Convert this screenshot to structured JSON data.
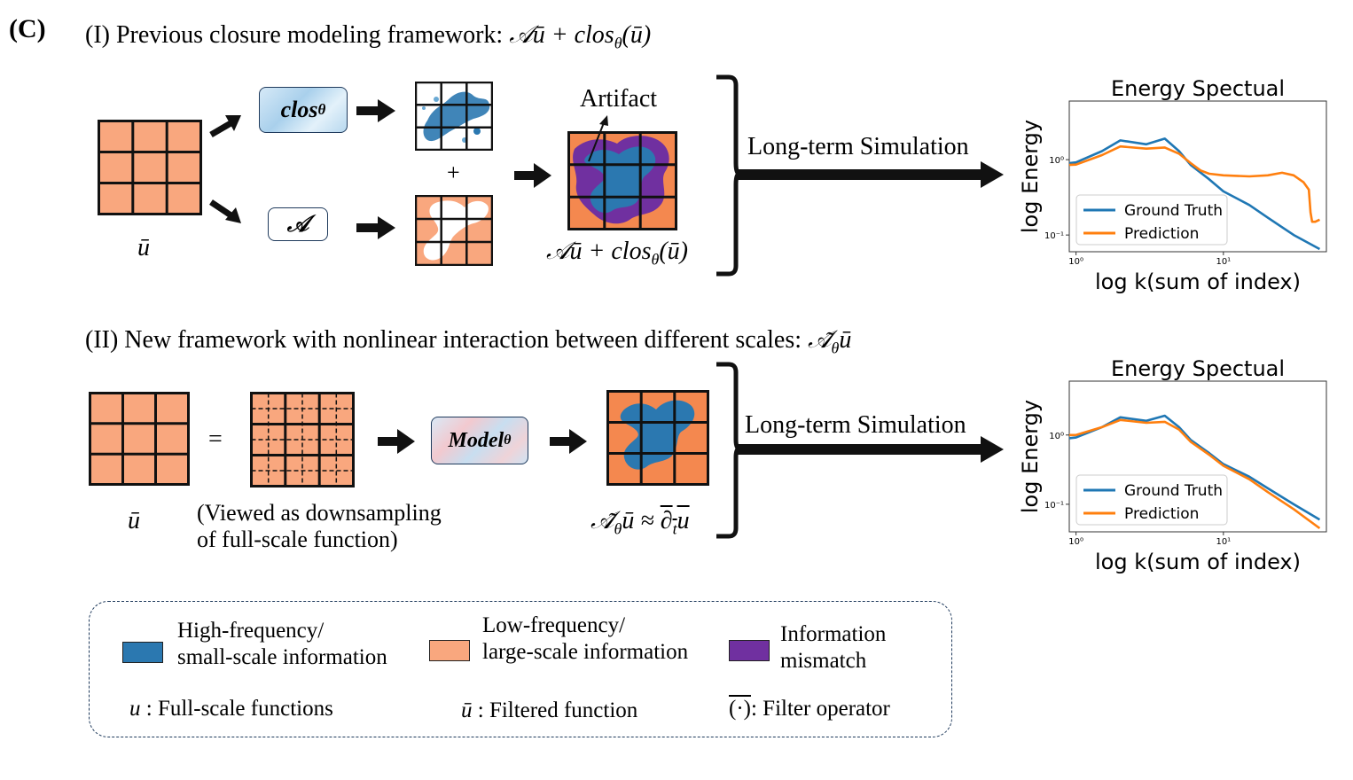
{
  "panel_label": "(C)",
  "section1": {
    "title_prefix": "(I)   Previous closure modeling framework: ",
    "title_math": "𝒜ū + clos",
    "title_sub": "θ",
    "title_tail": "(ū)",
    "input_label": "ū",
    "closure_op": "clos",
    "closure_sub": "θ",
    "linear_op": "𝒜",
    "plus": "+",
    "artifact_label": "Artifact",
    "sum_label_main": "𝒜ū + clos",
    "sum_label_sub": "θ",
    "sum_label_tail": "(ū)",
    "arrow_label": "Long-term Simulation"
  },
  "section2": {
    "title_prefix": "(II) New framework with nonlinear interaction between different scales: ",
    "title_math": "𝒜̃",
    "title_sub": "θ",
    "title_tail": "ū",
    "input_label": "ū",
    "equals": "=",
    "note_line1": "(Viewed as downsampling",
    "note_line2": "of full-scale function)",
    "model_op": "Model",
    "model_sub": "θ",
    "output_label_main": "𝒜̃",
    "output_label_sub": "θ",
    "output_label_mid": "ū ≈ ",
    "output_label_over": "∂",
    "output_label_over_sub": "t",
    "output_label_over_tail": "u",
    "arrow_label": "Long-term Simulation"
  },
  "legend": {
    "high_freq_line1": "High-frequency/",
    "high_freq_line2": "small-scale information",
    "low_freq_line1": "Low-frequency/",
    "low_freq_line2": "large-scale information",
    "mismatch_line1": "Information",
    "mismatch_line2": "mismatch",
    "full_scale_sym": "u",
    "full_scale_text": " : Full-scale functions",
    "filtered_sym": "ū",
    "filtered_text": " : Filtered function",
    "filter_op_sym": "(·)",
    "filter_op_text": ": Filter operator"
  },
  "colors": {
    "orange": "#f9a77e",
    "orange_dark": "#f4884f",
    "blue": "#2b78b0",
    "purple": "#7030a0",
    "gt_line": "#1f77b4",
    "pred_line": "#ff7f0e"
  },
  "chart_data": [
    {
      "type": "line",
      "title": "Energy Spectual",
      "xlabel": "log k(sum of index)",
      "ylabel": "log Energy",
      "x_scale": "log",
      "y_scale": "log",
      "xlim": [
        0.9,
        50
      ],
      "ylim": [
        0.06,
        6
      ],
      "xticks": [
        {
          "v": 1,
          "label": "10⁰"
        },
        {
          "v": 10,
          "label": "10¹"
        }
      ],
      "yticks": [
        {
          "v": 1,
          "label": "10⁰"
        },
        {
          "v": 0.1,
          "label": "10⁻¹"
        }
      ],
      "legend_position": "lower-left",
      "series": [
        {
          "name": "Ground Truth",
          "color": "#1f77b4",
          "x": [
            0.9,
            1,
            1.5,
            2,
            3,
            4,
            5,
            6,
            8,
            10,
            15,
            20,
            30,
            45
          ],
          "y": [
            0.9,
            0.92,
            1.3,
            1.8,
            1.6,
            1.9,
            1.3,
            0.85,
            0.55,
            0.38,
            0.25,
            0.17,
            0.1,
            0.065
          ]
        },
        {
          "name": "Prediction",
          "color": "#ff7f0e",
          "x": [
            0.9,
            1,
            1.5,
            2,
            3,
            4,
            5,
            6,
            7,
            8,
            10,
            15,
            20,
            25,
            30,
            35,
            38,
            39,
            40,
            42,
            45
          ],
          "y": [
            0.85,
            0.86,
            1.15,
            1.5,
            1.4,
            1.45,
            1.2,
            0.9,
            0.72,
            0.65,
            0.62,
            0.6,
            0.62,
            0.67,
            0.62,
            0.5,
            0.4,
            0.2,
            0.15,
            0.15,
            0.16
          ]
        }
      ]
    },
    {
      "type": "line",
      "title": "Energy Spectual",
      "xlabel": "log k(sum of index)",
      "ylabel": "log Energy",
      "x_scale": "log",
      "y_scale": "log",
      "xlim": [
        0.9,
        50
      ],
      "ylim": [
        0.04,
        6
      ],
      "xticks": [
        {
          "v": 1,
          "label": "10⁰"
        },
        {
          "v": 10,
          "label": "10¹"
        }
      ],
      "yticks": [
        {
          "v": 1,
          "label": "10⁰"
        },
        {
          "v": 0.1,
          "label": "10⁻¹"
        }
      ],
      "legend_position": "lower-left",
      "series": [
        {
          "name": "Ground Truth",
          "color": "#1f77b4",
          "x": [
            0.9,
            1,
            1.5,
            2,
            3,
            4,
            5,
            6,
            8,
            10,
            15,
            20,
            30,
            45
          ],
          "y": [
            0.9,
            0.92,
            1.3,
            1.8,
            1.6,
            1.9,
            1.3,
            0.85,
            0.55,
            0.38,
            0.25,
            0.17,
            0.1,
            0.06
          ]
        },
        {
          "name": "Prediction",
          "color": "#ff7f0e",
          "x": [
            0.9,
            1,
            1.5,
            2,
            3,
            4,
            5,
            6,
            8,
            10,
            15,
            20,
            30,
            45
          ],
          "y": [
            1.0,
            1.0,
            1.3,
            1.65,
            1.5,
            1.55,
            1.2,
            0.8,
            0.52,
            0.36,
            0.23,
            0.15,
            0.085,
            0.045
          ]
        }
      ]
    }
  ]
}
